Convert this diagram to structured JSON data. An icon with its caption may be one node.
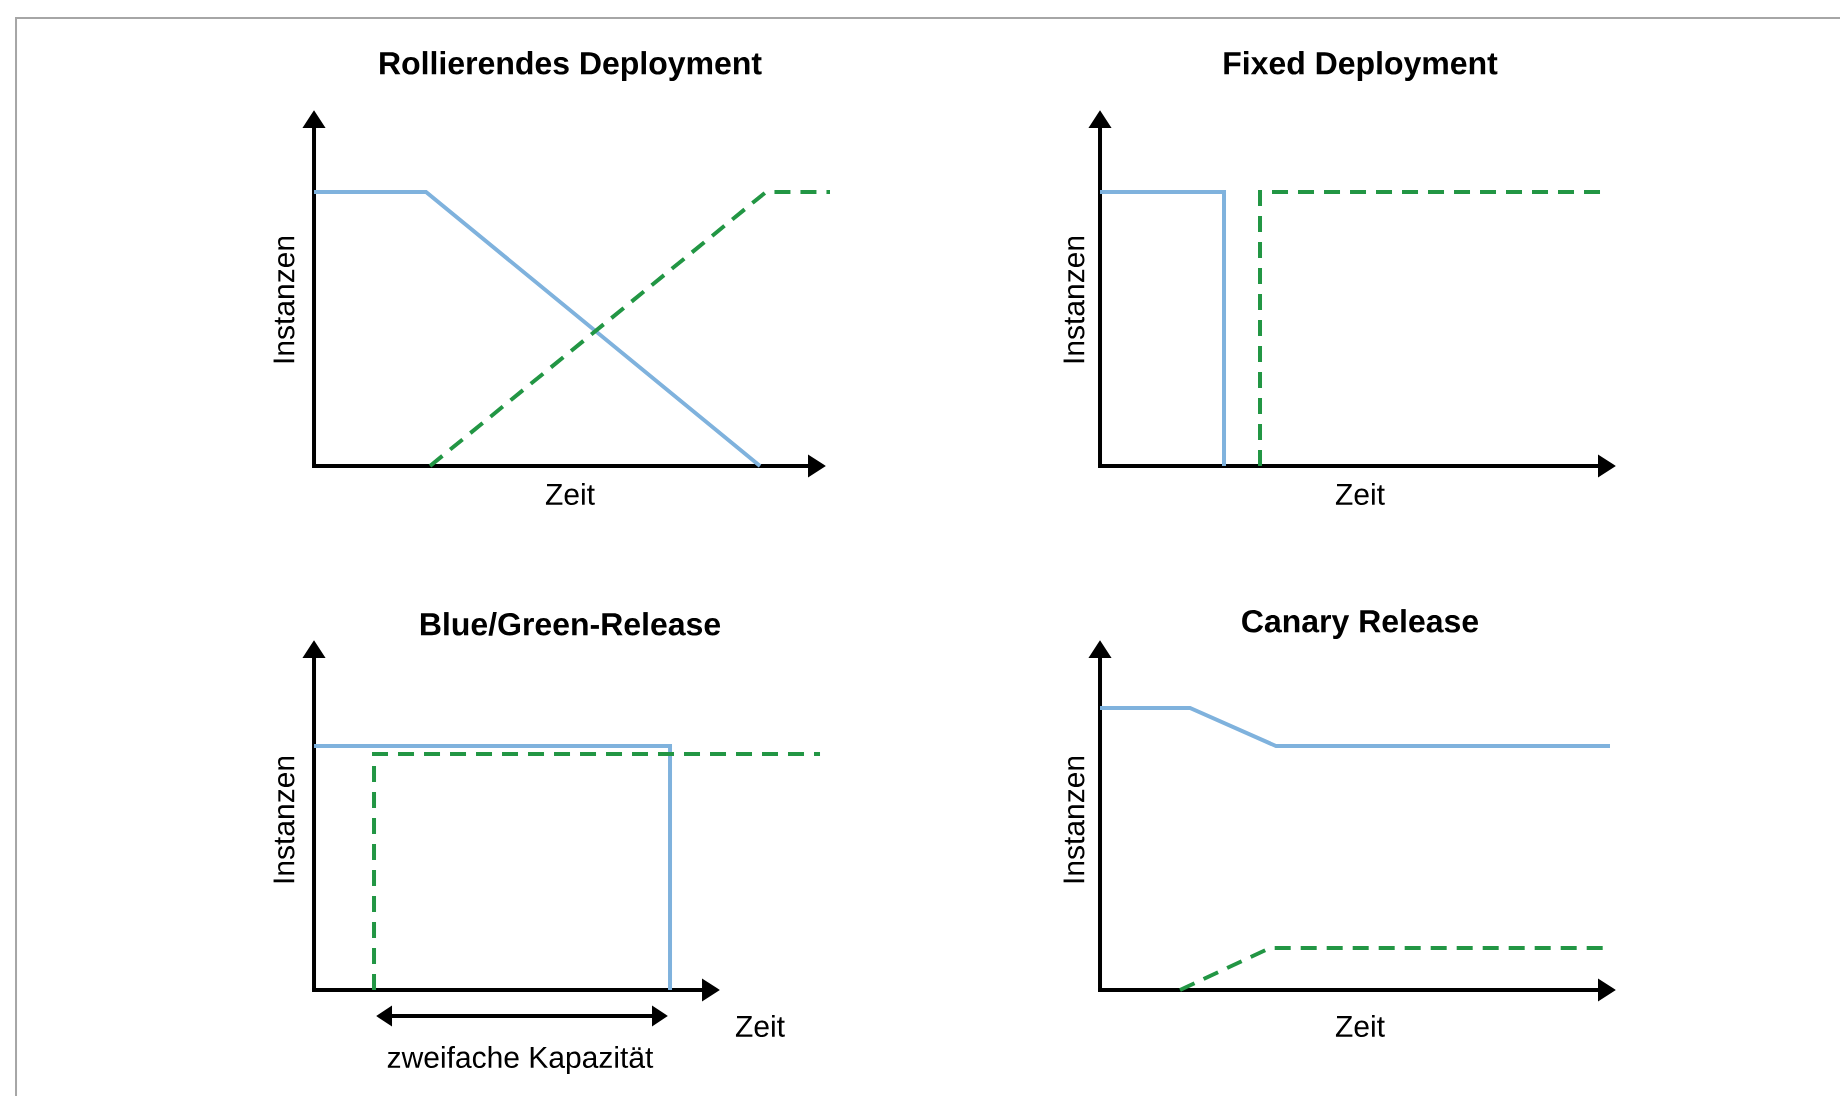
{
  "diagram": {
    "labels": [
      "Rollierendes Deployment",
      "Instanzen",
      "Zeit",
      "Fixed Deployment",
      "Instanzen",
      "Zeit",
      "Blue/Green-Release",
      "Instanzen",
      "Zeit",
      "zweifache Kapazität",
      "Canary Release",
      "Instanzen",
      "Zeit"
    ]
  }
}
